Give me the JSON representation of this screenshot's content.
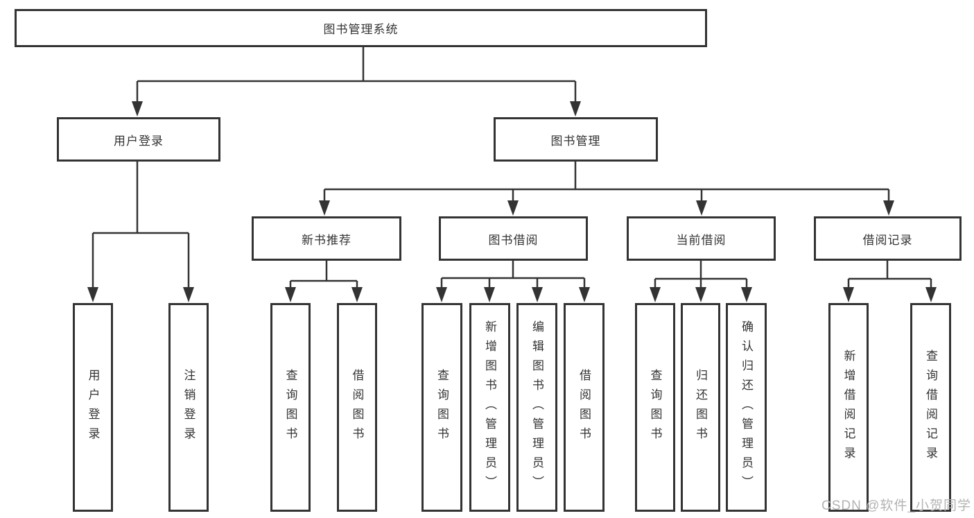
{
  "diagram_type": "hierarchy-tree",
  "tree": {
    "label": "图书管理系统",
    "children": [
      {
        "label": "用户登录",
        "children": [
          {
            "label": "用户登录"
          },
          {
            "label": "注销登录"
          }
        ]
      },
      {
        "label": "图书管理",
        "children": [
          {
            "label": "新书推荐",
            "children": [
              {
                "label": "查询图书"
              },
              {
                "label": "借阅图书"
              }
            ]
          },
          {
            "label": "图书借阅",
            "children": [
              {
                "label": "查询图书"
              },
              {
                "label": "新增图书（管理员）"
              },
              {
                "label": "编辑图书（管理员）"
              },
              {
                "label": "借阅图书"
              }
            ]
          },
          {
            "label": "当前借阅",
            "children": [
              {
                "label": "查询图书"
              },
              {
                "label": "归还图书"
              },
              {
                "label": "确认归还（管理员）"
              }
            ]
          },
          {
            "label": "借阅记录",
            "children": [
              {
                "label": "新增借阅记录"
              },
              {
                "label": "查询借阅记录"
              }
            ]
          }
        ]
      }
    ]
  },
  "watermark": {
    "text": "CSDN @软件_小贺同学",
    "color": "#b3b3b3"
  },
  "colors": {
    "line": "#333333",
    "text": "#333333",
    "box_background": "#ffffff",
    "page_background": "#ffffff"
  }
}
